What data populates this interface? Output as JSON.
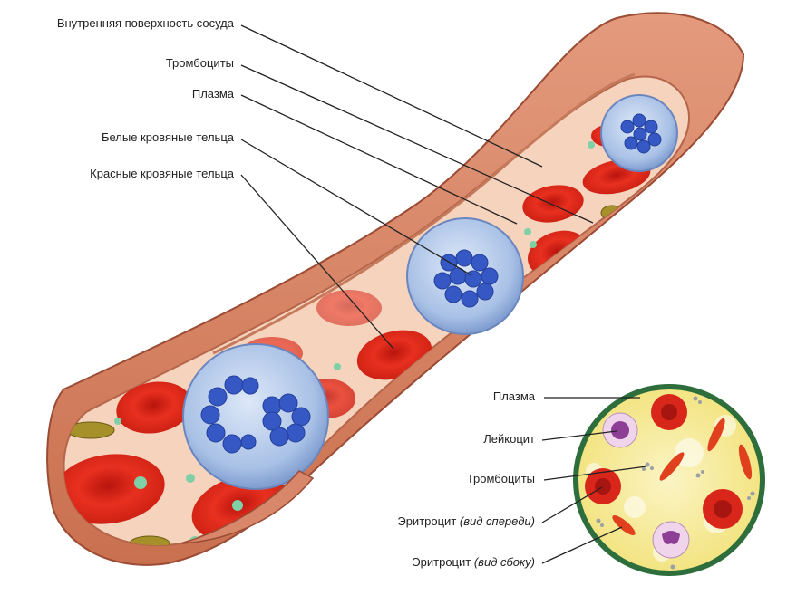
{
  "vessel_labels": [
    {
      "id": "inner-surface",
      "text": "Внутренняя поверхность сосуда"
    },
    {
      "id": "platelets",
      "text": "Тромбоциты"
    },
    {
      "id": "plasma",
      "text": "Плазма"
    },
    {
      "id": "white-cells",
      "text": "Белые кровяные тельца"
    },
    {
      "id": "red-cells",
      "text": "Красные кровяные тельца"
    }
  ],
  "circle_labels": [
    {
      "id": "plasma",
      "text": "Плазма"
    },
    {
      "id": "leukocyte",
      "text": "Лейкоцит"
    },
    {
      "id": "platelets",
      "text": "Тромбоциты"
    },
    {
      "id": "rbc-front",
      "text": "Эритроцит",
      "note": "(вид спереди)"
    },
    {
      "id": "rbc-side",
      "text": "Эритроцит",
      "note": "(вид сбоку)"
    }
  ],
  "colors": {
    "vessel_wall": "#d9876a",
    "vessel_inner": "#f3c7ae",
    "red_cell": "#e0281c",
    "white_cell": "#9fb8e0",
    "nucleus": "#3558c4",
    "plasma_circle": "#f6ea8e",
    "circle_border": "#2e6e3c"
  }
}
